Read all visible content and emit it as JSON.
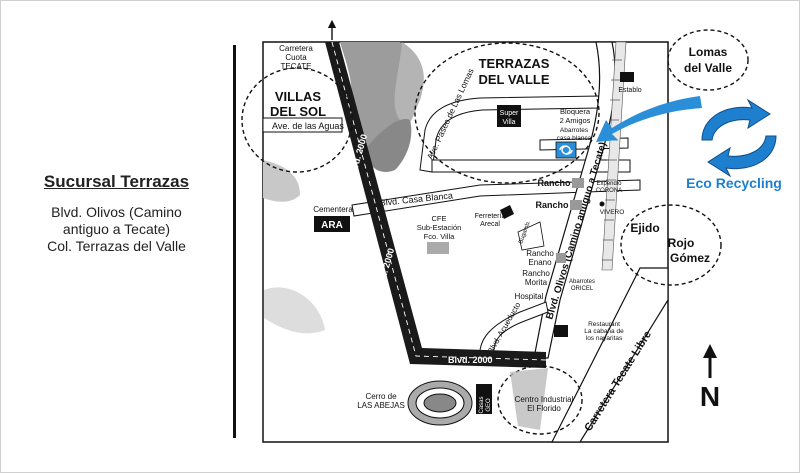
{
  "branch": {
    "title": "Sucursal Terrazas",
    "line1": "Blvd. Olivos (Camino",
    "line2": "antiguo a Tecate)",
    "line3": "Col. Terrazas  del Valle"
  },
  "map": {
    "areas": {
      "terrazas_l1": "TERRAZAS",
      "terrazas_l2": "DEL VALLE",
      "villas_l1": "VILLAS",
      "villas_l2": "DEL SOL",
      "lomas_l1": "Lomas",
      "lomas_l2": "del Valle",
      "ejido_l1": "Ejido",
      "ejido_l2": "Rojo",
      "ejido_l3": "Gómez"
    },
    "roads": {
      "carretera_cuota_l1": "Carretera",
      "carretera_cuota_l2": "Cuota",
      "carretera_cuota_l3": "TECATE",
      "blvd2000_a": "Blvd. 2000",
      "blvd2000_b": "Blvd. 2000",
      "blvd2000_c": "Blvd. 2000",
      "aguas": "Ave. de las Aguas",
      "paseo": "Ave. Paseo de Las Lomas",
      "casa_blanca": "Blvd. Casa Blanca",
      "olivos": "Blvd. Olivos (Camino antiguo a Tecate)",
      "acueducto": "Blvd. Acueducto",
      "tecate_libre": "Carretera Tecate Libre",
      "bugamb": "Bugamb."
    },
    "places": {
      "super_l1": "Super",
      "super_l2": "Villa",
      "bloquera_l1": "Bloquera",
      "bloquera_l2": "2 Amigos",
      "abarrotes_l1": "Abarrotes",
      "abarrotes_l2": "casa blanca",
      "establo": "Establo",
      "cementera": "Cementera",
      "ara": "ARA",
      "cfe_l1": "CFE",
      "cfe_l2": "Sub-Estación",
      "cfe_l3": "Fco. Villa",
      "ferreteria_l1": "Ferretería",
      "ferreteria_l2": "Arecal",
      "rancho1": "Rancho",
      "rancho2": "Rancho",
      "expendio_l1": "Expendio",
      "expendio_l2": "CORONA",
      "vivero": "VIVERO",
      "rancho_enano_l1": "Rancho",
      "rancho_enano_l2": "Enano",
      "rancho_morita_l1": "Rancho",
      "rancho_morita_l2": "Morita",
      "abarrotes_oricel_l1": "Abarrotes",
      "abarrotes_oricel_l2": "ORICEL",
      "hospital": "Hospital",
      "restaurant_l1": "Restaurant",
      "restaurant_l2": "La cabaña de",
      "restaurant_l3": "los nayaritas",
      "cerro_l1": "Cerro de",
      "cerro_l2": "LAS ABEJAS",
      "casas_l1": "Casas",
      "casas_l2": "GEO",
      "centro_l1": "Centro Industrial",
      "centro_l2": "El Florido"
    },
    "logo": "Eco Recycling",
    "north": "N"
  },
  "colors": {
    "accent": "#2a8fd8",
    "road_dark": "#1a1a1a",
    "hill": "#9c9c9c",
    "building": "#999999"
  }
}
